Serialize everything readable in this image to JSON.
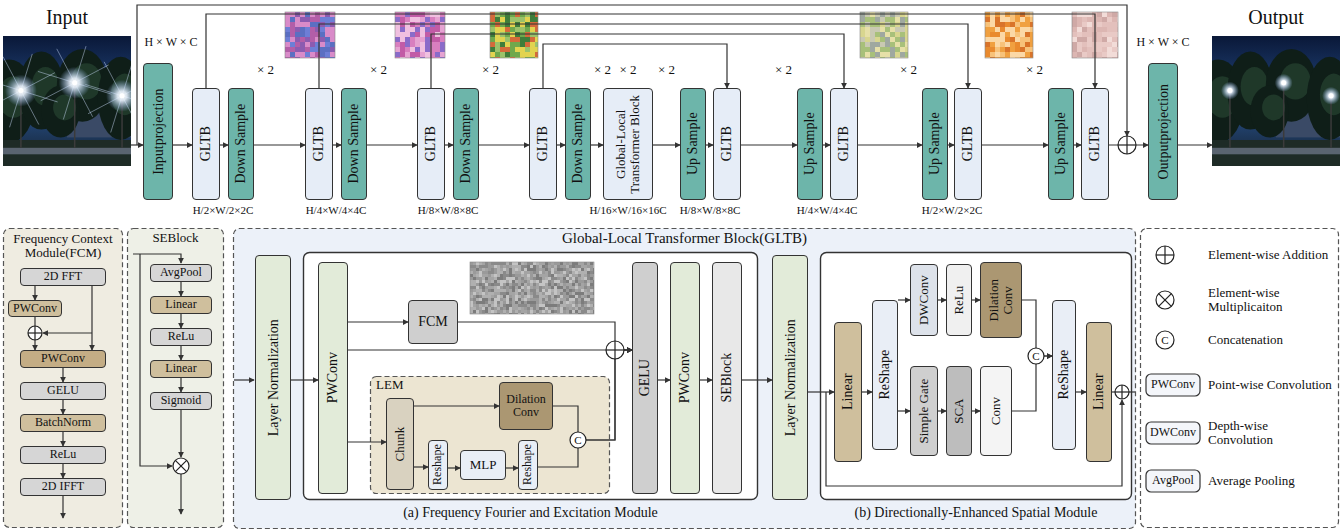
{
  "diagram": {
    "nodes": [
      {
        "text": [
          "Input"
        ]
      },
      {
        "text": [
          "Inputprojection"
        ]
      },
      {
        "text": [
          "GLTB"
        ]
      },
      {
        "text": [
          "Down Sample"
        ]
      },
      {
        "text": [
          "GLTB"
        ]
      },
      {
        "text": [
          "Down Sample"
        ]
      },
      {
        "text": [
          "GLTB"
        ]
      },
      {
        "text": [
          "Down Sample"
        ]
      },
      {
        "text": [
          "GLTB"
        ]
      },
      {
        "text": [
          "Down Sample"
        ]
      },
      {
        "text": [
          "Global-Local Transformer Block"
        ]
      },
      {
        "text": [
          "Up Sample"
        ]
      },
      {
        "text": [
          "GLTB"
        ]
      },
      {
        "text": [
          "Up Sample"
        ]
      },
      {
        "text": [
          "GLTB"
        ]
      },
      {
        "text": [
          "Up Sample"
        ]
      },
      {
        "text": [
          "GLTB"
        ]
      },
      {
        "text": [
          "Up Sample"
        ]
      },
      {
        "text": [
          "GLTB"
        ]
      },
      {
        "text": [
          "Outputprojection"
        ]
      },
      {
        "text": [
          "Output"
        ]
      },
      {
        "text": [
          "Frequency Context Module(FCM)"
        ]
      },
      {
        "text": [
          "2D FFT"
        ],
        "in": 21
      },
      {
        "text": [
          "PWConv"
        ],
        "in": 21
      },
      {
        "text": [
          "PWConv"
        ],
        "in": 21
      },
      {
        "text": [
          "GELU"
        ],
        "in": 21
      },
      {
        "text": [
          "BatchNorm"
        ],
        "in": 21
      },
      {
        "text": [
          "ReLu"
        ],
        "in": 21
      },
      {
        "text": [
          "2D IFFT"
        ],
        "in": 21
      },
      {
        "text": [
          "SEBlock"
        ]
      },
      {
        "text": [
          "AvgPool"
        ],
        "in": 29
      },
      {
        "text": [
          "Linear"
        ],
        "in": 29
      },
      {
        "text": [
          "ReLu"
        ],
        "in": 29
      },
      {
        "text": [
          "Linear"
        ],
        "in": 29
      },
      {
        "text": [
          "Sigmoid"
        ],
        "in": 29
      },
      {
        "text": [
          "Global-Local Transformer Block(GLTB)"
        ]
      },
      {
        "text": [
          "Layer Normalization"
        ],
        "in": 35
      },
      {
        "text": [
          "(a) Frequency Fourier and Excitation Module"
        ],
        "in": 35
      },
      {
        "text": [
          "PWConv"
        ],
        "in": 37
      },
      {
        "text": [
          "FCM"
        ],
        "in": 37
      },
      {
        "text": [
          "LEM"
        ],
        "in": 37
      },
      {
        "text": [
          "Chunk"
        ],
        "in": 40
      },
      {
        "text": [
          "Dilation Conv"
        ],
        "in": 40
      },
      {
        "text": [
          "Reshape"
        ],
        "in": 40
      },
      {
        "text": [
          "MLP"
        ],
        "in": 40
      },
      {
        "text": [
          "Reshape"
        ],
        "in": 40
      },
      {
        "text": [
          "GELU"
        ],
        "in": 37
      },
      {
        "text": [
          "PWConv"
        ],
        "in": 37
      },
      {
        "text": [
          "SEBlock"
        ],
        "in": 37
      },
      {
        "text": [
          "Layer Normalization"
        ],
        "in": 35
      },
      {
        "text": [
          "(b) Directionally-Enhanced Spatial Module"
        ],
        "in": 35
      },
      {
        "text": [
          "Linear"
        ],
        "in": 50
      },
      {
        "text": [
          "ReShape"
        ],
        "in": 50
      },
      {
        "text": [
          "DWConv"
        ],
        "in": 50
      },
      {
        "text": [
          "ReLu"
        ],
        "in": 50
      },
      {
        "text": [
          "Dilation Conv"
        ],
        "in": 50
      },
      {
        "text": [
          "Simple Gate"
        ],
        "in": 50
      },
      {
        "text": [
          "SCA"
        ],
        "in": 50
      },
      {
        "text": [
          "Conv"
        ],
        "in": 50
      },
      {
        "text": [
          "ReShape"
        ],
        "in": 50
      },
      {
        "text": [
          "Linear"
        ],
        "in": 50
      }
    ],
    "edges": [
      {
        "from": 0,
        "to": 1,
        "arrow": "to"
      },
      {
        "from": 1,
        "to": 2,
        "arrow": "to"
      },
      {
        "from": 2,
        "to": 3,
        "arrow": "to"
      },
      {
        "from": 3,
        "to": 4,
        "arrow": "to"
      },
      {
        "from": 4,
        "to": 5,
        "arrow": "to"
      },
      {
        "from": 5,
        "to": 6,
        "arrow": "to"
      },
      {
        "from": 6,
        "to": 7,
        "arrow": "to"
      },
      {
        "from": 7,
        "to": 8,
        "arrow": "to"
      },
      {
        "from": 8,
        "to": 9,
        "arrow": "to"
      },
      {
        "from": 9,
        "to": 10,
        "arrow": "to"
      },
      {
        "from": 10,
        "to": 11,
        "arrow": "to"
      },
      {
        "from": 11,
        "to": 12,
        "arrow": "to"
      },
      {
        "from": 12,
        "to": 13,
        "arrow": "to"
      },
      {
        "from": 13,
        "to": 14,
        "arrow": "to"
      },
      {
        "from": 14,
        "to": 15,
        "arrow": "to"
      },
      {
        "from": 15,
        "to": 16,
        "arrow": "to"
      },
      {
        "from": 16,
        "to": 17,
        "arrow": "to"
      },
      {
        "from": 17,
        "to": 18,
        "arrow": "to"
      },
      {
        "from": 18,
        "to": 19,
        "arrow": "to"
      },
      {
        "from": 19,
        "to": 20,
        "arrow": "to"
      },
      {
        "from": 2,
        "to": 18,
        "arrow": "to"
      },
      {
        "from": 4,
        "to": 16,
        "arrow": "to"
      },
      {
        "from": 6,
        "to": 14,
        "arrow": "to"
      },
      {
        "from": 8,
        "to": 12,
        "arrow": "to"
      },
      {
        "from": 22,
        "to": 23,
        "arrow": "to"
      },
      {
        "from": 23,
        "to": 24,
        "arrow": "to"
      },
      {
        "from": 22,
        "to": 24,
        "arrow": "to"
      },
      {
        "from": 24,
        "to": 25,
        "arrow": "to"
      },
      {
        "from": 25,
        "to": 26,
        "arrow": "to"
      },
      {
        "from": 26,
        "to": 27,
        "arrow": "to"
      },
      {
        "from": 27,
        "to": 28,
        "arrow": "to"
      },
      {
        "from": 30,
        "to": 31,
        "arrow": "to"
      },
      {
        "from": 31,
        "to": 32,
        "arrow": "to"
      },
      {
        "from": 32,
        "to": 33,
        "arrow": "to"
      },
      {
        "from": 33,
        "to": 34,
        "arrow": "to"
      },
      {
        "from": 36,
        "to": 38,
        "arrow": "to"
      },
      {
        "from": 38,
        "to": 39,
        "arrow": "to"
      },
      {
        "from": 38,
        "to": 41,
        "arrow": "to"
      },
      {
        "from": 41,
        "to": 42,
        "arrow": "to"
      },
      {
        "from": 41,
        "to": 43,
        "arrow": "to"
      },
      {
        "from": 43,
        "to": 44,
        "arrow": "to"
      },
      {
        "from": 44,
        "to": 45,
        "arrow": "to"
      },
      {
        "from": 39,
        "to": 46,
        "arrow": "to"
      },
      {
        "from": 42,
        "to": 46,
        "arrow": "to"
      },
      {
        "from": 45,
        "to": 46,
        "arrow": "to"
      },
      {
        "from": 38,
        "to": 46,
        "arrow": "to"
      },
      {
        "from": 46,
        "to": 47,
        "arrow": "to"
      },
      {
        "from": 47,
        "to": 48,
        "arrow": "to"
      },
      {
        "from": 48,
        "to": 49,
        "arrow": "to"
      },
      {
        "from": 49,
        "to": 51,
        "arrow": "to"
      },
      {
        "from": 51,
        "to": 52,
        "arrow": "to"
      },
      {
        "from": 52,
        "to": 53,
        "arrow": "to"
      },
      {
        "from": 52,
        "to": 56,
        "arrow": "to"
      },
      {
        "from": 53,
        "to": 54,
        "arrow": "to"
      },
      {
        "from": 54,
        "to": 55,
        "arrow": "to"
      },
      {
        "from": 56,
        "to": 57,
        "arrow": "to"
      },
      {
        "from": 57,
        "to": 58,
        "arrow": "to"
      },
      {
        "from": 55,
        "to": 59,
        "arrow": "to"
      },
      {
        "from": 58,
        "to": 59,
        "arrow": "to"
      },
      {
        "from": 59,
        "to": 60,
        "arrow": "to"
      }
    ],
    "labels": [
      "H × W × C",
      "× 2",
      "H/2×W/2×2C",
      "× 2",
      "H/4×W/4×4C",
      "× 2",
      "H/8×W/8×8C",
      "× 2",
      "× 2",
      "H/16×W/16×16C",
      "× 2",
      "H/8×W/8×8C",
      "× 2",
      "H/4×W/4×4C",
      "× 2",
      "H/2×W/2×2C",
      "× 2",
      "H × W × C",
      "C",
      "C",
      "C",
      "PWConv",
      "DWConv",
      "AvgPool"
    ],
    "legend": [
      {
        "text": "Element-wise Addition"
      },
      {
        "text": "Element-wise Multiplicaiton"
      },
      {
        "text": "Concatenation"
      },
      {
        "text": "Point-wise Convolution"
      },
      {
        "text": "Depth-wise Convolution"
      },
      {
        "text": "Average Pooling"
      }
    ]
  }
}
